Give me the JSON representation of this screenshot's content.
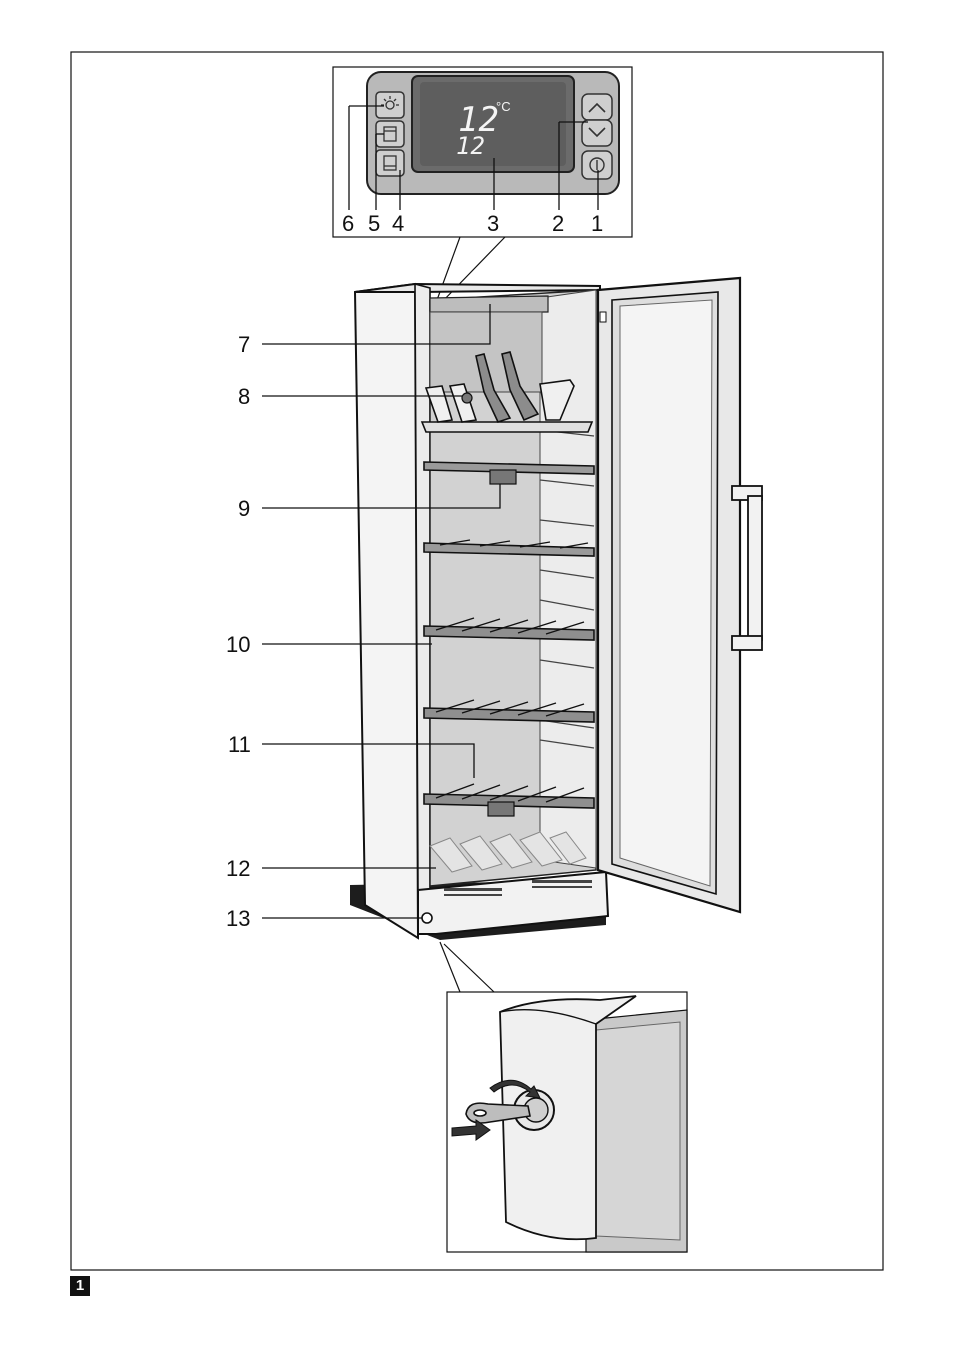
{
  "display": {
    "temperature_main": "12",
    "temperature_unit": "°C",
    "temperature_second": "12"
  },
  "callouts": {
    "c1": "1",
    "c2": "2",
    "c3": "3",
    "c4": "4",
    "c5": "5",
    "c6": "6",
    "c7": "7",
    "c8": "8",
    "c9": "9",
    "c10": "10",
    "c11": "11",
    "c12": "12",
    "c13": "13"
  },
  "figure_number": "1",
  "icons": [
    "light-icon",
    "up-arrow-icon",
    "down-arrow-icon",
    "power-icon",
    "key-icon"
  ]
}
